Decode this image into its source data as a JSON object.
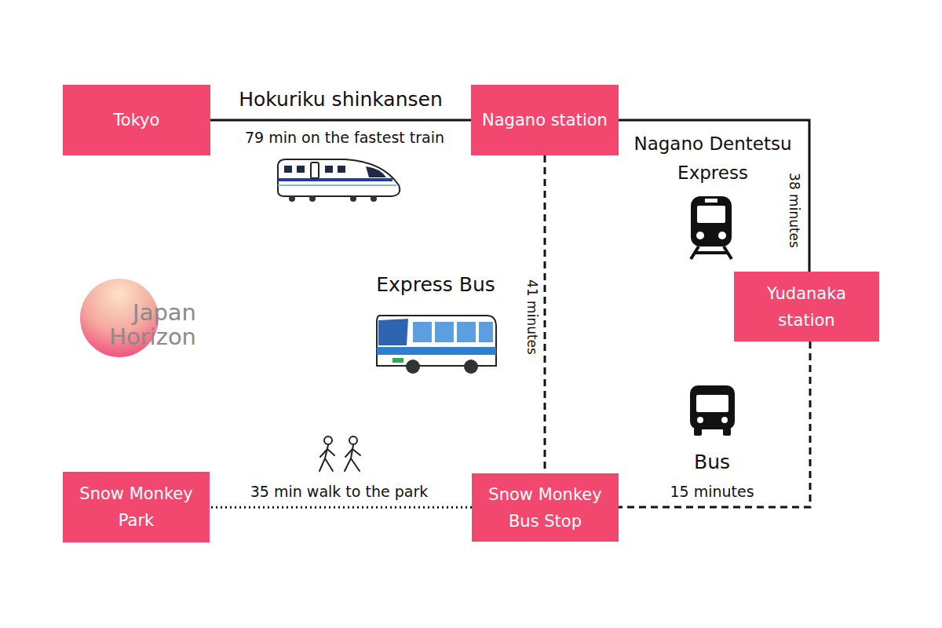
{
  "diagram": {
    "nodes": [
      {
        "text": [
          "Tokyo"
        ]
      },
      {
        "text": [
          "Nagano station"
        ]
      },
      {
        "text": [
          "Yudanaka station"
        ]
      },
      {
        "text": [
          "Snow Monkey Park"
        ]
      },
      {
        "text": [
          "Snow Monkey Bus Stop"
        ]
      }
    ],
    "edges": [
      {
        "from": 0,
        "to": 1,
        "arrow": "none",
        "label": "Hokuriku shinkansen"
      },
      {
        "from": 1,
        "to": 2,
        "arrow": "none",
        "label": "38 minutes"
      },
      {
        "from": 1,
        "to": 4,
        "arrow": "none",
        "label": "41 minutes"
      },
      {
        "from": 2,
        "to": 4,
        "arrow": "none",
        "label": "15 minutes"
      },
      {
        "from": 4,
        "to": 3,
        "arrow": "none",
        "label": "35 min walk to the park"
      }
    ],
    "labels": [
      "79 min on the fastest train",
      "Nagano Dentetsu Express",
      "Express Bus",
      "Bus",
      "Japan Horizon"
    ]
  }
}
